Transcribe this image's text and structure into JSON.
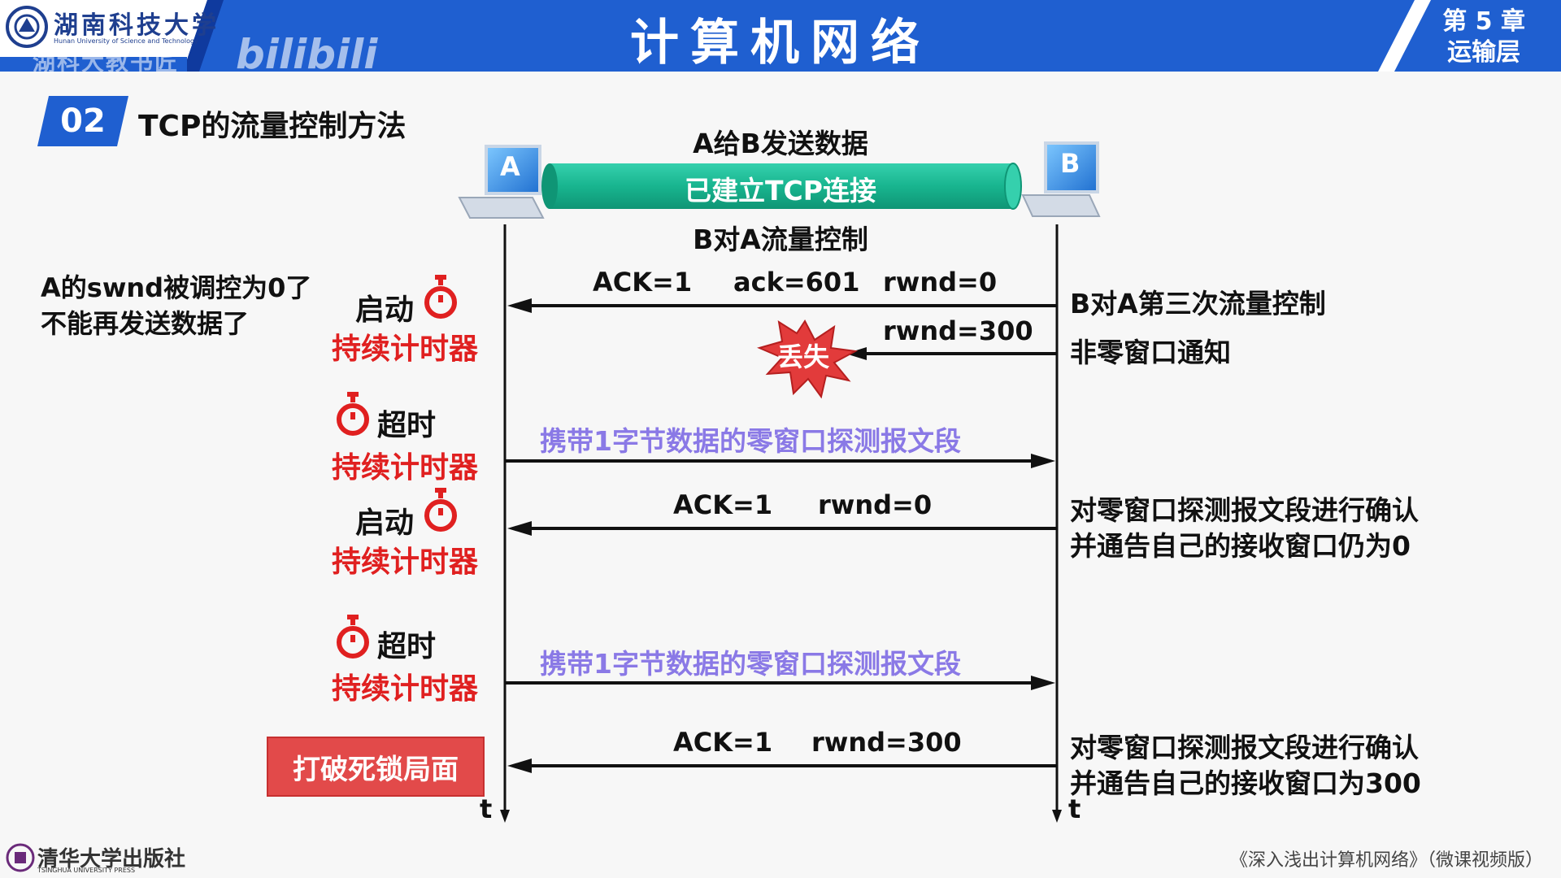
{
  "header": {
    "course_title": "计算机网络",
    "chapter_line1": "第 5 章",
    "chapter_line2": "运输层",
    "university": "湖南科技大学",
    "university_en": "Hunan University of Science and Technology",
    "watermark": "湖科大教书匠",
    "watermark2": "bilibili",
    "colors": {
      "bar": "#1f5fd0",
      "white": "#ffffff"
    }
  },
  "section": {
    "number": "02",
    "title": "TCP的流量控制方法"
  },
  "diagram": {
    "host_a": "A",
    "host_b": "B",
    "top_label": "A给B发送数据",
    "connection_label": "已建立TCP连接",
    "bottom_label": "B对A流量控制",
    "time_a": "t",
    "time_b": "t",
    "msg1": {
      "ack_flag": "ACK=1",
      "ack": "ack=601",
      "rwnd": "rwnd=0"
    },
    "msg2": {
      "rwnd": "rwnd=300",
      "lost": "丢失"
    },
    "probe1": "携带1字节数据的零窗口探测报文段",
    "msg3": {
      "ack_flag": "ACK=1",
      "rwnd": "rwnd=0"
    },
    "probe2": "携带1字节数据的零窗口探测报文段",
    "msg4": {
      "ack_flag": "ACK=1",
      "rwnd": "rwnd=300"
    }
  },
  "left": {
    "note_line1": "A的swnd被调控为0了",
    "note_line2": "不能再发送数据了",
    "start1": "启动",
    "timer1": "持续计时器",
    "timeout1": "超时",
    "timer2": "持续计时器",
    "start2": "启动",
    "timer3": "持续计时器",
    "timeout2": "超时",
    "timer4": "持续计时器",
    "deadlock": "打破死锁局面"
  },
  "right": {
    "note1": "B对A第三次流量控制",
    "note2": "非零窗口通知",
    "note3_line1": "对零窗口探测报文段进行确认",
    "note3_line2": "并通告自己的接收窗口仍为0",
    "note4_line1": "对零窗口探测报文段进行确认",
    "note4_line2": "并通告自己的接收窗口为300"
  },
  "footer": {
    "book": "《深入浅出计算机网络》（微课视频版）",
    "publisher": "清华大学出版社",
    "publisher_en": "TSINGHUA UNIVERSITY PRESS"
  }
}
